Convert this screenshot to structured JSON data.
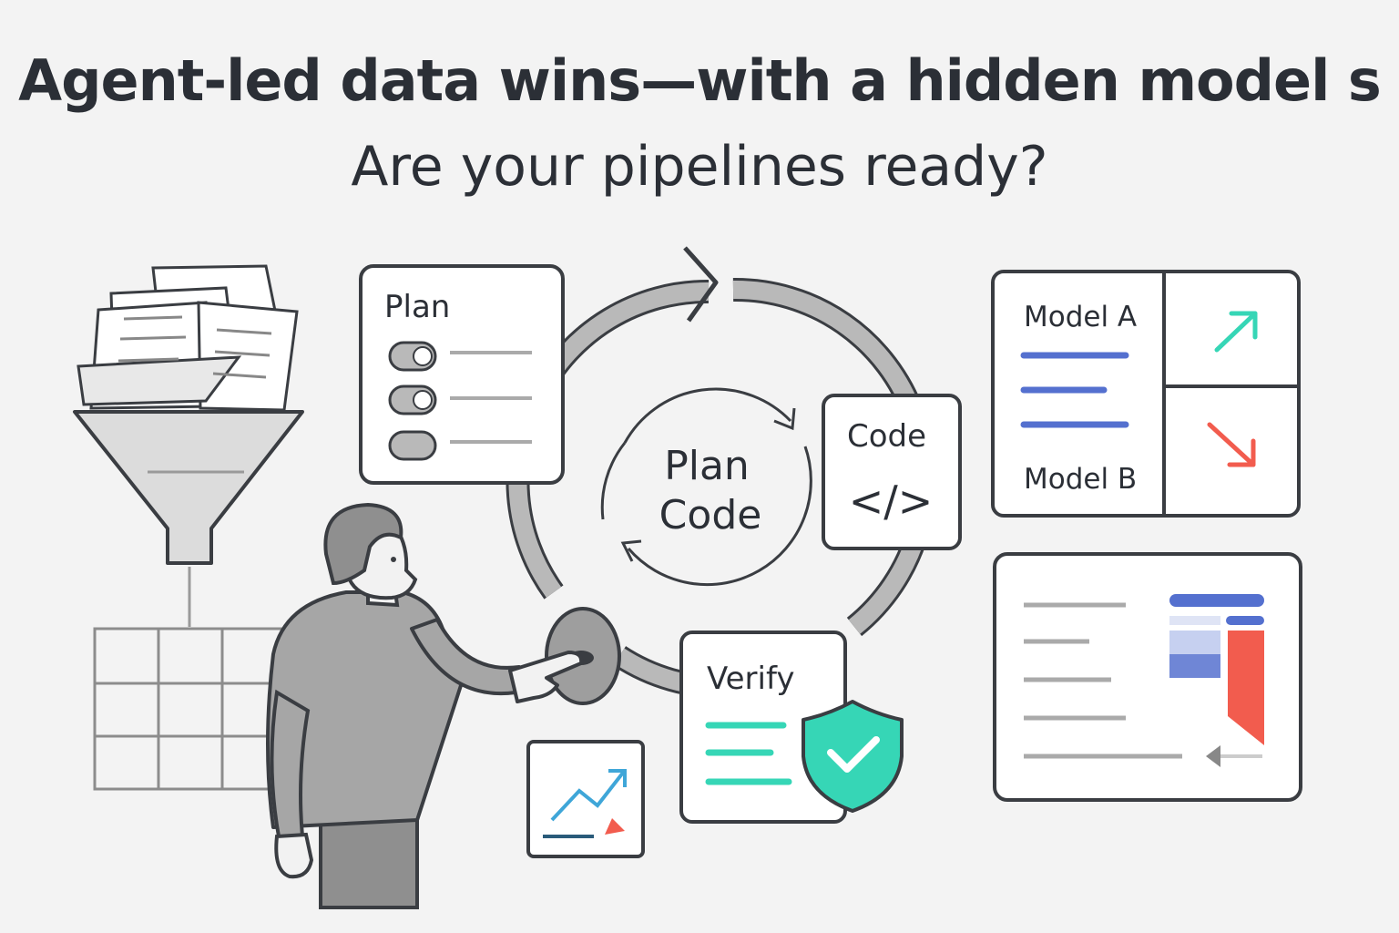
{
  "header": {
    "title": "Agent-led data wins—with a hidden model s",
    "subtitle": "Are your pipelines ready?"
  },
  "plan_card": {
    "label": "Plan"
  },
  "cycle": {
    "center_line1": "Plan",
    "center_line2": "Code"
  },
  "code_card": {
    "label": "Code",
    "icon": "code-brackets-icon",
    "glyph": "</>"
  },
  "verify_card": {
    "label": "Verify",
    "icon": "shield-check-icon"
  },
  "model_panel": {
    "model_a": "Model A",
    "model_b": "Model B",
    "icons": [
      "trend-up-arrow-icon",
      "trend-down-arrow-icon"
    ]
  },
  "colors": {
    "teal": "#36d6b6",
    "red": "#f25c4e",
    "blue": "#5470cf",
    "outline": "#3a3d42",
    "gray_fill": "#b9b9b9"
  }
}
